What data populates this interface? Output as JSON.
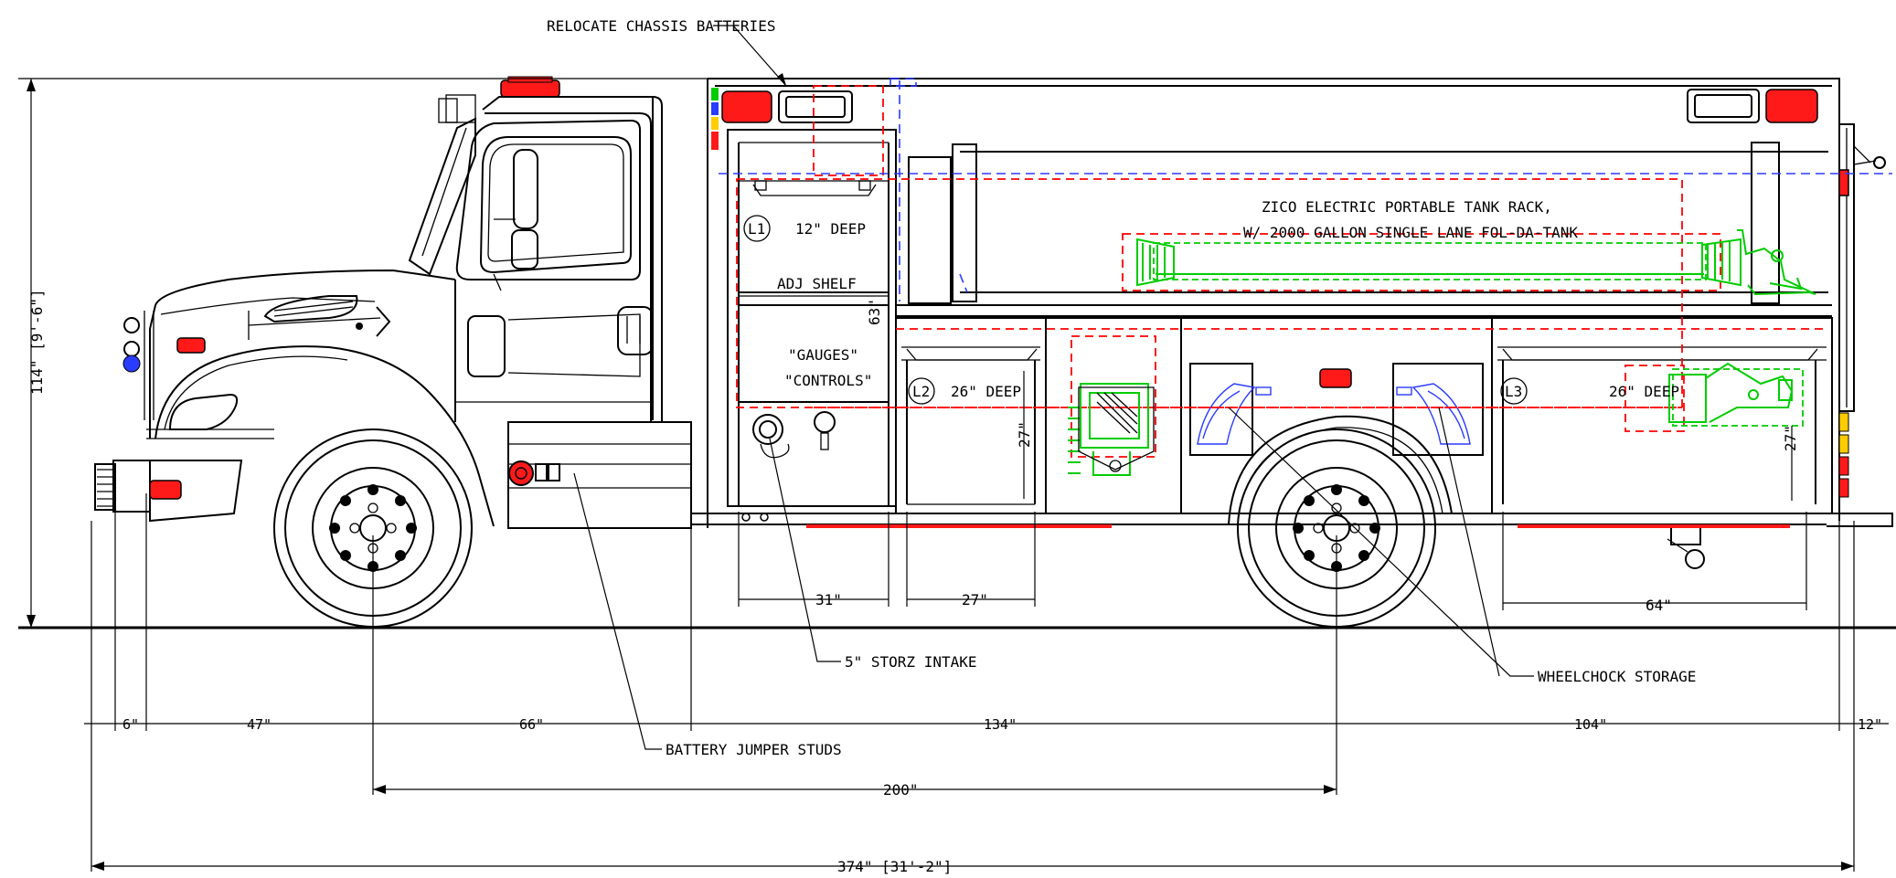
{
  "callouts": {
    "relocate_batteries": "RELOCATE CHASSIS BATTERIES",
    "tank_rack_line1": "ZICO ELECTRIC PORTABLE TANK RACK,",
    "tank_rack_line2": "W/ 2000 GALLON SINGLE LANE FOL-DA-TANK",
    "storz_intake": "5\" STORZ INTAKE",
    "battery_jumper": "BATTERY JUMPER STUDS",
    "wheelchock": "WHEELCHOCK STORAGE"
  },
  "compartments": {
    "l1_tag": "L1",
    "l1_depth": "12\" DEEP",
    "adj_shelf": "ADJ SHELF",
    "gauges": "\"GAUGES\"",
    "controls": "\"CONTROLS\"",
    "l1_height": "63\"",
    "l2_tag": "L2",
    "l2_depth": "26\" DEEP",
    "l2_height": "27\"",
    "l3_tag": "L3",
    "l3_depth": "26\" DEEP",
    "l3_height": "27\""
  },
  "dimensions": {
    "overall_height": "114\" [9'-6\"]",
    "l1_width": "31\"",
    "l2_width": "27\"",
    "l3_width": "64\"",
    "front_overhang": "6\"",
    "bumper_to_axle": "47\"",
    "axle_to_cab": "66\"",
    "body_front": "134\"",
    "body_rear": "104\"",
    "rear_overhang": "12\"",
    "wheelbase": "200\"",
    "overall_length": "374\" [31'-2\"]"
  },
  "colors": {
    "outline": "#000000",
    "reference_lines": "#ff0000",
    "tank_rack_equipment": "#00cc00",
    "wheel_chocks": "#2a3cff",
    "lights": "#ff1a1a"
  }
}
